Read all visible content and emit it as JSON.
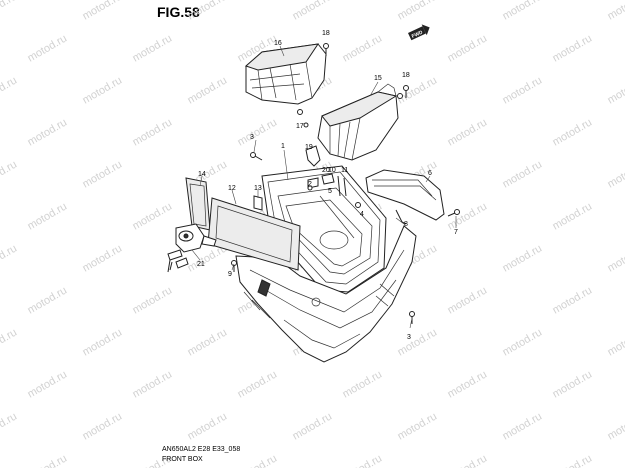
{
  "figure_title": "FIG.58",
  "watermark": "motod.ru",
  "fwd_label": "FWD",
  "footer": {
    "model_code": "AN650AL2 E28 E33_058",
    "section_name": "FRONT BOX"
  },
  "callouts": [
    "1",
    "2",
    "3",
    "3",
    "4",
    "5",
    "6",
    "7",
    "8",
    "9",
    "10",
    "11",
    "12",
    "13",
    "14",
    "15",
    "16",
    "17",
    "18",
    "18",
    "19",
    "20",
    "21"
  ]
}
